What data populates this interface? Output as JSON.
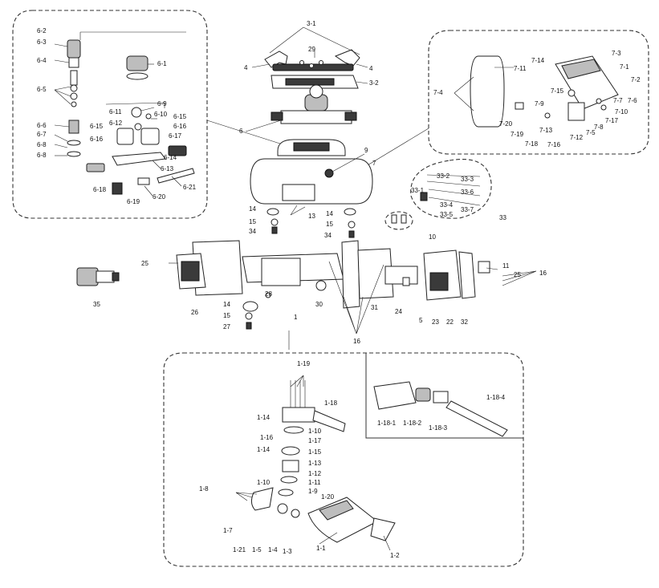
{
  "labels": {
    "l_6_2": "6-2",
    "l_6_3": "6-3",
    "l_6_4": "6-4",
    "l_6_5": "6-5",
    "l_6_6": "6-6",
    "l_6_7": "6-7",
    "l_6_8a": "6-8",
    "l_6_8b": "6-8",
    "l_6_1": "6-1",
    "l_6_9": "6-9",
    "l_6_10": "6-10",
    "l_6_11": "6-11",
    "l_6_12": "6-12",
    "l_6_15a": "6-15",
    "l_6_15b": "6-15",
    "l_6_16a": "6-16",
    "l_6_16b": "6-16",
    "l_6_17": "6-17",
    "l_6_13": "6-13",
    "l_6_14": "6-14",
    "l_6_18": "6-18",
    "l_6_19": "6-19",
    "l_6_20": "6-20",
    "l_6_21": "6-21",
    "l_3_1": "3-1",
    "l_29": "29",
    "l_4a": "4",
    "l_4b": "4",
    "l_3_2": "3-2",
    "l_6": "6",
    "l_9": "9",
    "l_7": "7",
    "l_7_14": "7-14",
    "l_7_3": "7-3",
    "l_7_1": "7-1",
    "l_7_2": "7-2",
    "l_7_11": "7-11",
    "l_7_4": "7-4",
    "l_7_15": "7-15",
    "l_7_9": "7-9",
    "l_7_6": "7-6",
    "l_7_7": "7-7",
    "l_7_10": "7-10",
    "l_7_17": "7-17",
    "l_7_8": "7-8",
    "l_7_5": "7-5",
    "l_7_12": "7-12",
    "l_7_13": "7-13",
    "l_7_16": "7-16",
    "l_7_18": "7-18",
    "l_7_19": "7-19",
    "l_7_20": "7-20",
    "l_33_2": "33-2",
    "l_33_3": "33-3",
    "l_33_1": "33-1",
    "l_33_6": "33-6",
    "l_33_4": "33-4",
    "l_33_5": "33-5",
    "l_33_7": "33-7",
    "l_33": "33",
    "l_10": "10",
    "l_14a": "14",
    "l_15a": "15",
    "l_34a": "34",
    "l_13": "13",
    "l_14b": "14",
    "l_15b": "15",
    "l_34b": "34",
    "l_25a": "25",
    "l_11": "11",
    "l_25b": "25",
    "l_16a": "16",
    "l_35": "35",
    "l_26": "26",
    "l_28": "28",
    "l_14c": "14",
    "l_15c": "15",
    "l_27": "27",
    "l_30": "30",
    "l_31": "31",
    "l_24": "24",
    "l_5": "5",
    "l_23": "23",
    "l_22": "22",
    "l_32": "32",
    "l_16b": "16",
    "l_1": "1",
    "l_1_19": "1-19",
    "l_1_18": "1-18",
    "l_1_14a": "1-14",
    "l_1_10a": "1-10",
    "l_1_16": "1-16",
    "l_1_17": "1-17",
    "l_1_14b": "1-14",
    "l_1_15": "1-15",
    "l_1_13": "1-13",
    "l_1_12": "1-12",
    "l_1_10b": "1-10",
    "l_1_11": "1-11",
    "l_1_9": "1-9",
    "l_1_8": "1-8",
    "l_1_20": "1-20",
    "l_1_7": "1-7",
    "l_1_21": "1-21",
    "l_1_5": "1-5",
    "l_1_4": "1-4",
    "l_1_3": "1-3",
    "l_1_1": "1-1",
    "l_1_2": "1-2",
    "l_1_18_1": "1-18-1",
    "l_1_18_2": "1-18-2",
    "l_1_18_3": "1-18-3",
    "l_1_18_4": "1-18-4"
  }
}
